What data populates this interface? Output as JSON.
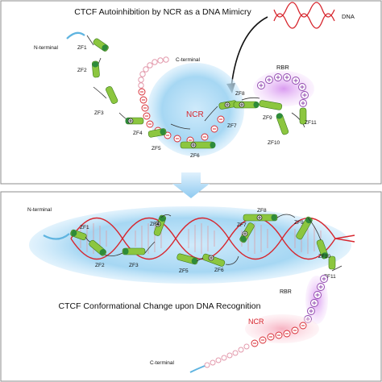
{
  "top_panel": {
    "title": "CTCF Autoinhibition by NCR as a DNA Mimicry",
    "dna_label": "DNA",
    "n_terminal": "N-terminal",
    "c_terminal": "C-terminal",
    "ncr": "NCR",
    "rbr": "RBR",
    "zinc_fingers": [
      "ZF1",
      "ZF2",
      "ZF3",
      "ZF4",
      "ZF5",
      "ZF6",
      "ZF7",
      "ZF8",
      "ZF9",
      "ZF10",
      "ZF11"
    ]
  },
  "bottom_panel": {
    "title": "CTCF Conformational Change upon DNA Recognition",
    "n_terminal": "N-terminal",
    "c_terminal": "C-terminal",
    "ncr": "NCR",
    "rbr": "RBR",
    "zinc_fingers": [
      "ZF1",
      "ZF2",
      "ZF3",
      "ZF4",
      "ZF5",
      "ZF6",
      "ZF7",
      "ZF8",
      "ZF9",
      "ZF10",
      "ZF11"
    ]
  },
  "colors": {
    "helix_green": "#8cc63f",
    "cap_green": "#2e8b3a",
    "dna_red": "#d7262e",
    "ncr_blue": "#9fd3f2",
    "rbr_purple": "#cf8fe6",
    "ncr_pink": "#f5b8c4",
    "text_red": "#d7262e"
  }
}
